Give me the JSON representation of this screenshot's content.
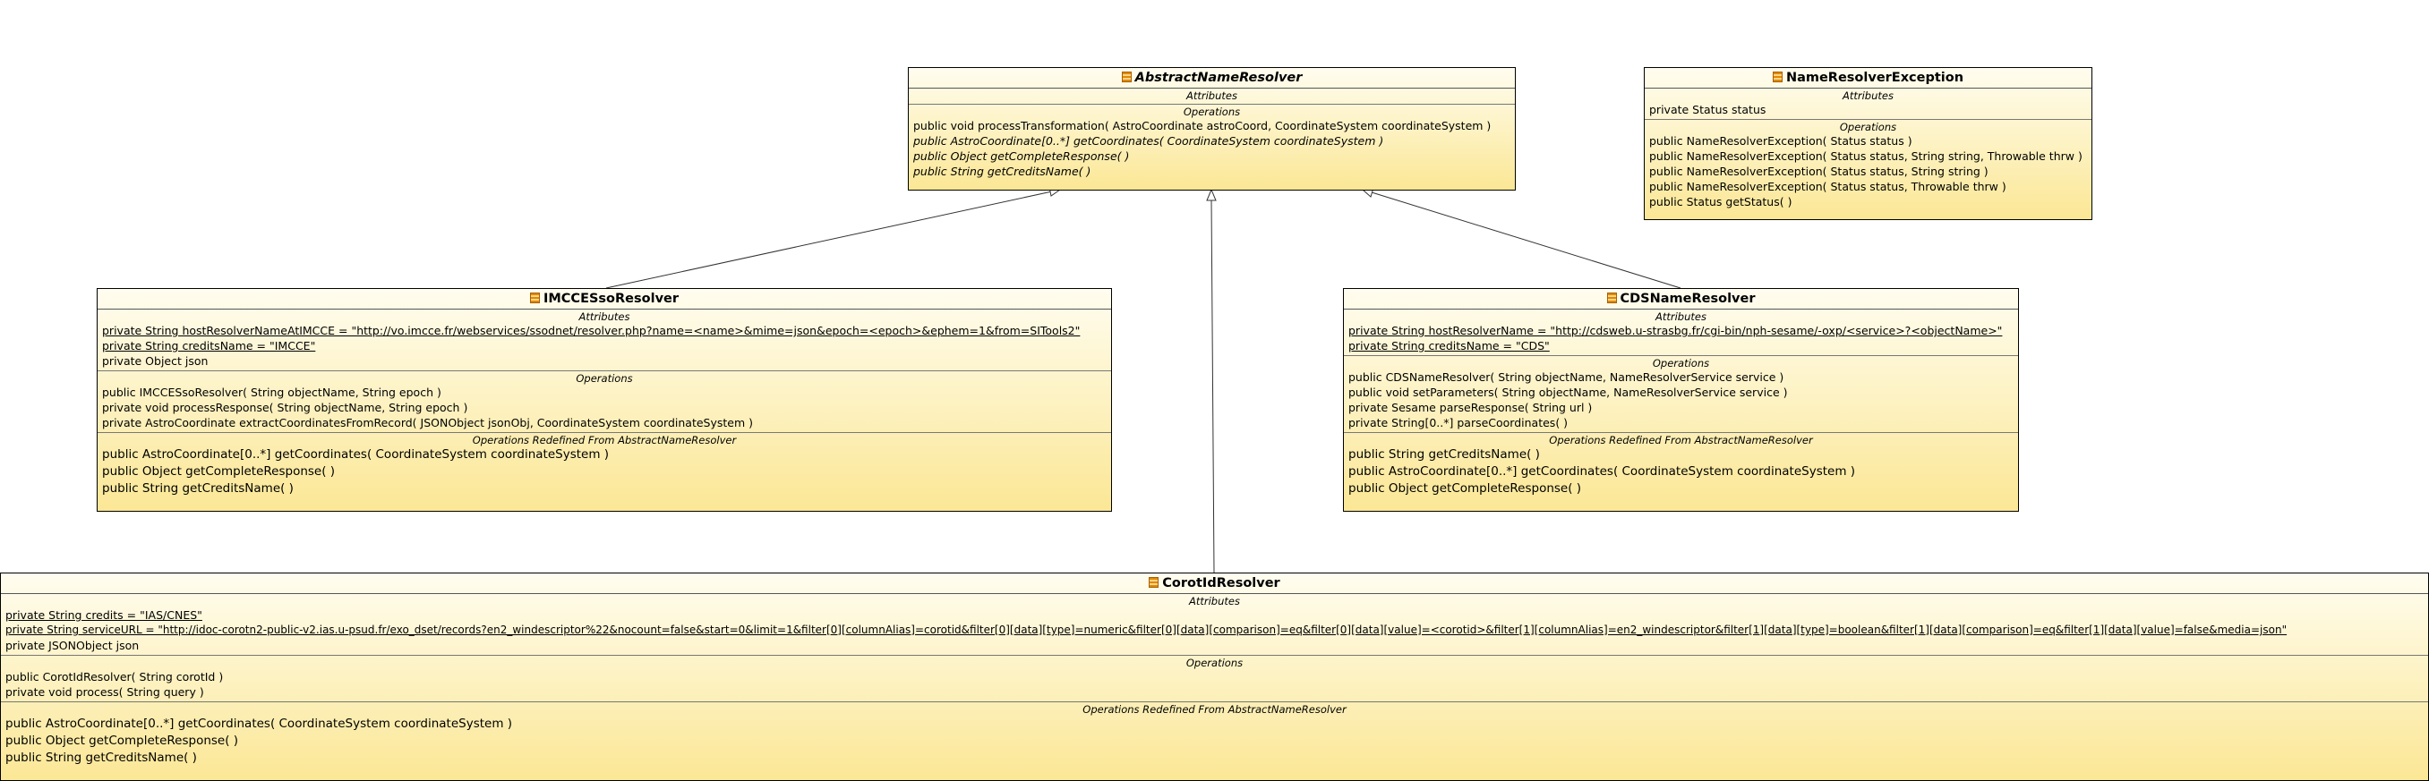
{
  "classes": {
    "abstract": {
      "name": "AbstractNameResolver",
      "attributes_title": "Attributes",
      "operations_title": "Operations",
      "operations": [
        "public void  processTransformation( AstroCoordinate astroCoord, CoordinateSystem coordinateSystem )",
        "public AstroCoordinate[0..*]  getCoordinates( CoordinateSystem coordinateSystem )",
        "public Object  getCompleteResponse(  )",
        "public String  getCreditsName(  )"
      ]
    },
    "exception": {
      "name": "NameResolverException",
      "attributes_title": "Attributes",
      "attributes": [
        "private Status status"
      ],
      "operations_title": "Operations",
      "operations": [
        "public NameResolverException( Status status )",
        "public NameResolverException( Status status, String string, Throwable thrw )",
        "public NameResolverException( Status status, String string )",
        "public NameResolverException( Status status, Throwable thrw )",
        "public Status  getStatus(  )"
      ]
    },
    "imcce": {
      "name": "IMCCESsoResolver",
      "attributes_title": "Attributes",
      "attributes": [
        "private String hostResolverNameAtIMCCE = \"http://vo.imcce.fr/webservices/ssodnet/resolver.php?name=<name>&mime=json&epoch=<epoch>&ephem=1&from=SITools2\"",
        "private String creditsName = \"IMCCE\"",
        "private Object json"
      ],
      "operations_title": "Operations",
      "operations": [
        "public IMCCESsoResolver( String objectName, String epoch )",
        "private void  processResponse( String objectName, String epoch )",
        "private AstroCoordinate  extractCoordinatesFromRecord( JSONObject jsonObj, CoordinateSystem coordinateSystem )"
      ],
      "redefined_title": "Operations Redefined From AbstractNameResolver",
      "redefined": [
        "public AstroCoordinate[0..*]  getCoordinates( CoordinateSystem coordinateSystem )",
        "public Object  getCompleteResponse(  )",
        "public String  getCreditsName(  )"
      ]
    },
    "cds": {
      "name": "CDSNameResolver",
      "attributes_title": "Attributes",
      "attributes": [
        "private String hostResolverName = \"http://cdsweb.u-strasbg.fr/cgi-bin/nph-sesame/-oxp/<service>?<objectName>\"",
        "private String creditsName = \"CDS\""
      ],
      "operations_title": "Operations",
      "operations": [
        "public CDSNameResolver( String objectName, NameResolverService service )",
        "public void  setParameters( String objectName, NameResolverService service )",
        "private Sesame  parseResponse( String url )",
        "private String[0..*]  parseCoordinates(  )"
      ],
      "redefined_title": "Operations Redefined From AbstractNameResolver",
      "redefined": [
        "public String  getCreditsName(  )",
        "public AstroCoordinate[0..*]  getCoordinates( CoordinateSystem coordinateSystem )",
        "public Object  getCompleteResponse(  )"
      ]
    },
    "corot": {
      "name": "CorotIdResolver",
      "attributes_title": "Attributes",
      "attributes": [
        "private String credits = \"IAS/CNES\"",
        "private String serviceURL = \"http://idoc-corotn2-public-v2.ias.u-psud.fr/exo_dset/records?en2_windescriptor%22&nocount=false&start=0&limit=1&filter[0][columnAlias]=corotid&filter[0][data][type]=numeric&filter[0][data][comparison]=eq&filter[0][data][value]=<corotid>&filter[1][columnAlias]=en2_windescriptor&filter[1][data][type]=boolean&filter[1][data][comparison]=eq&filter[1][data][value]=false&media=json\"",
        "private JSONObject json"
      ],
      "operations_title": "Operations",
      "operations": [
        "public CorotIdResolver( String corotId )",
        "private void  process( String query )"
      ],
      "redefined_title": "Operations Redefined From AbstractNameResolver",
      "redefined": [
        "public AstroCoordinate[0..*]  getCoordinates( CoordinateSystem coordinateSystem )",
        "public Object  getCompleteResponse(  )",
        "public String  getCreditsName(  )"
      ]
    }
  },
  "colors": {
    "class_fill_top": "#fffdf0",
    "class_fill_bottom": "#fbe795",
    "class_icon": "#e08a00"
  },
  "relations": [
    {
      "type": "generalization",
      "from": "IMCCESsoResolver",
      "to": "AbstractNameResolver"
    },
    {
      "type": "generalization",
      "from": "CorotIdResolver",
      "to": "AbstractNameResolver"
    },
    {
      "type": "generalization",
      "from": "CDSNameResolver",
      "to": "AbstractNameResolver"
    }
  ]
}
